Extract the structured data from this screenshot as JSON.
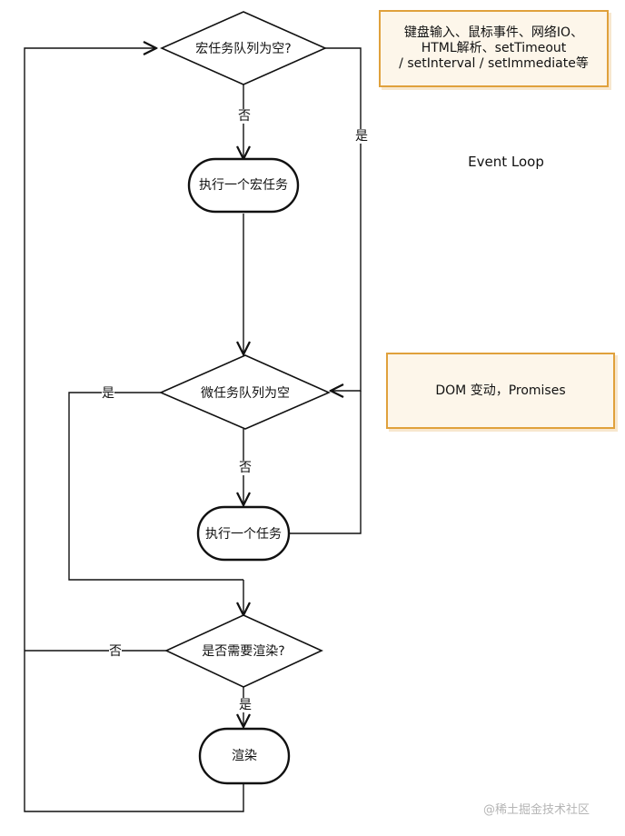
{
  "title": "Event Loop",
  "nodes": {
    "macro_queue_empty": "宏任务队列为空?",
    "run_macro_task": "执行一个宏任务",
    "micro_queue_empty": "微任务队列为空",
    "run_task": "执行一个任务",
    "need_render": "是否需要渲染?",
    "render": "渲染"
  },
  "edge_labels": {
    "macro_no": "否",
    "macro_yes": "是",
    "micro_yes": "是",
    "micro_no": "否",
    "render_no": "否",
    "render_yes": "是"
  },
  "notes": {
    "macro_sources_line1": "键盘输入、鼠标事件、网络IO、",
    "macro_sources_line2": "HTML解析、setTimeout",
    "macro_sources_line3": "/ setInterval / setImmediate等",
    "micro_sources": "DOM 变动，Promises"
  },
  "watermark": "@稀土掘金技术社区",
  "colors": {
    "stroke": "#111111",
    "note_border": "#e0a13c",
    "note_fill": "#fdf6ea"
  }
}
